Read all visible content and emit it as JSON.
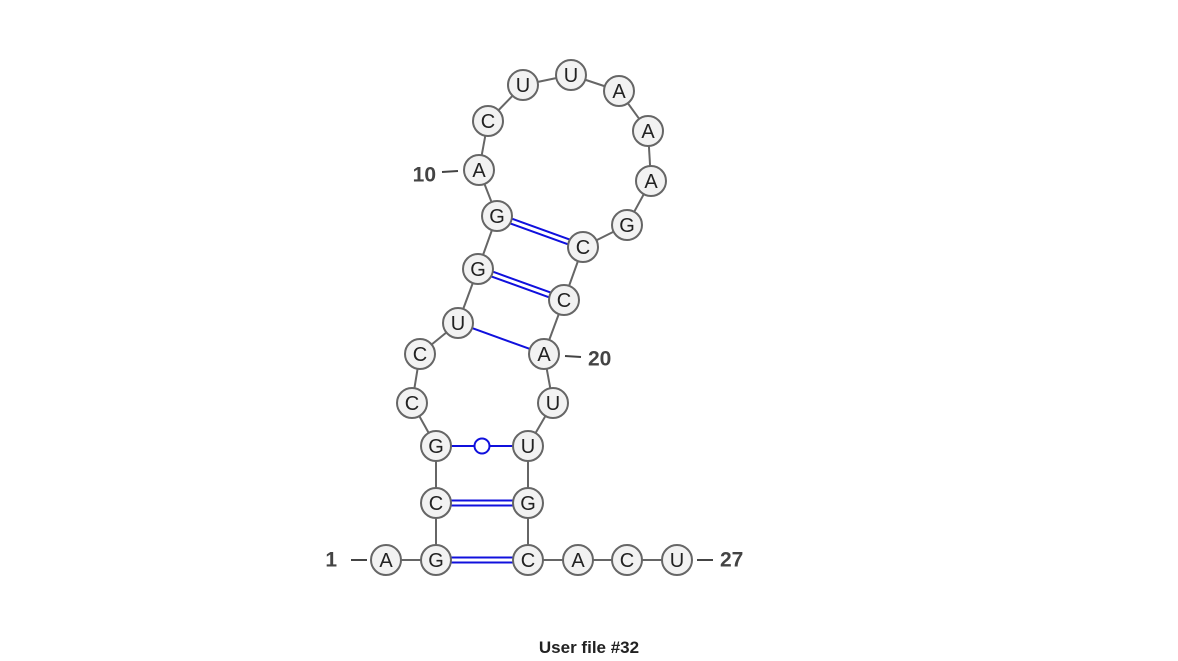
{
  "caption": "User file #32",
  "colors": {
    "backbone": "#666666",
    "base_pair": "#1010dd",
    "nucleotide_fill": "#f2f2f2",
    "label": "#444444"
  },
  "sequence": [
    "A",
    "G",
    "C",
    "G",
    "C",
    "C",
    "U",
    "G",
    "G",
    "A",
    "C",
    "U",
    "U",
    "A",
    "A",
    "A",
    "G",
    "C",
    "C",
    "A",
    "U",
    "U",
    "G",
    "C",
    "A",
    "C",
    "U"
  ],
  "base_pairs": [
    {
      "i": 2,
      "j": 24,
      "type": "canonical"
    },
    {
      "i": 3,
      "j": 23,
      "type": "canonical"
    },
    {
      "i": 4,
      "j": 22,
      "type": "wobble"
    },
    {
      "i": 7,
      "j": 20,
      "type": "single"
    },
    {
      "i": 8,
      "j": 19,
      "type": "canonical"
    },
    {
      "i": 9,
      "j": 18,
      "type": "canonical"
    }
  ],
  "position_labels": [
    {
      "index": 1,
      "text": "1"
    },
    {
      "index": 10,
      "text": "10"
    },
    {
      "index": 20,
      "text": "20"
    },
    {
      "index": 27,
      "text": "27"
    }
  ]
}
